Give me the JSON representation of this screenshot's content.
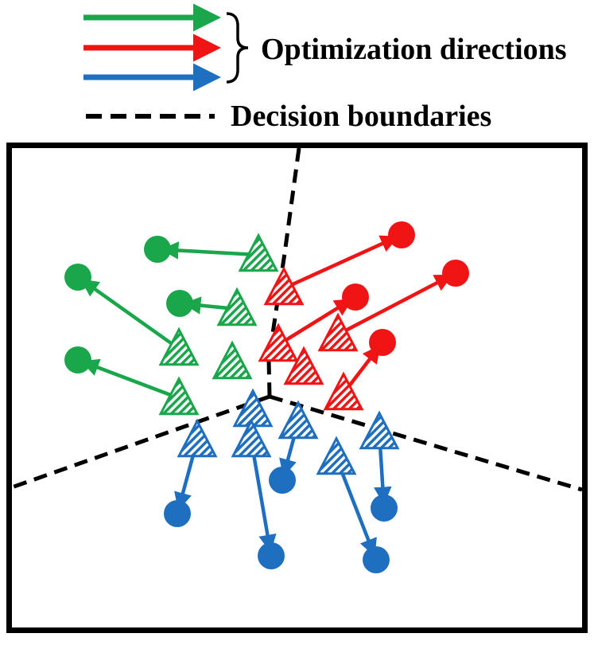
{
  "legend": {
    "optimization_label": "Optimization directions",
    "boundary_label": "Decision boundaries"
  },
  "colors": {
    "green": "#1aa64a",
    "red": "#f01414",
    "blue": "#1f6fc0",
    "boundary": "#000000",
    "frame": "#000000"
  },
  "classes": [
    "green",
    "red",
    "blue"
  ]
}
